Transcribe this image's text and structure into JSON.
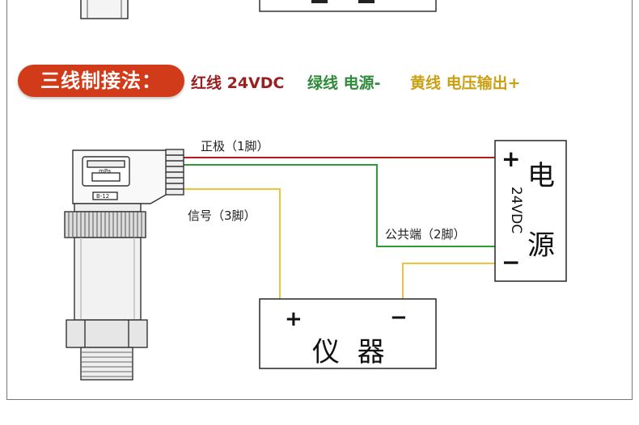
{
  "banner": {
    "title": "三线制接法：",
    "color": "#d23b1a"
  },
  "legend": {
    "red": {
      "text": "红线 24VDC",
      "color": "#9a1f1f"
    },
    "green": {
      "text": "绿线 电源-",
      "color": "#2e8b3a"
    },
    "yellow": {
      "text": "黄线 电压输出+",
      "color": "#c9a012"
    }
  },
  "wires": {
    "positive_label": "正极（1脚）",
    "signal_label": "信号（3脚）",
    "common_label": "公共端（2脚）"
  },
  "power_box": {
    "plus": "+",
    "minus": "−",
    "title_top": "电",
    "title_bottom": "源",
    "voltage": "24VDC"
  },
  "instrument_box": {
    "plus": "+",
    "minus": "−",
    "title": "仪  器"
  },
  "sensor": {
    "top_label": "mPa",
    "plate_label": "B-12"
  },
  "colors": {
    "red_wire": "#b71c1c",
    "green_wire": "#2e9b3a",
    "yellow_wire": "#f2c23a"
  }
}
